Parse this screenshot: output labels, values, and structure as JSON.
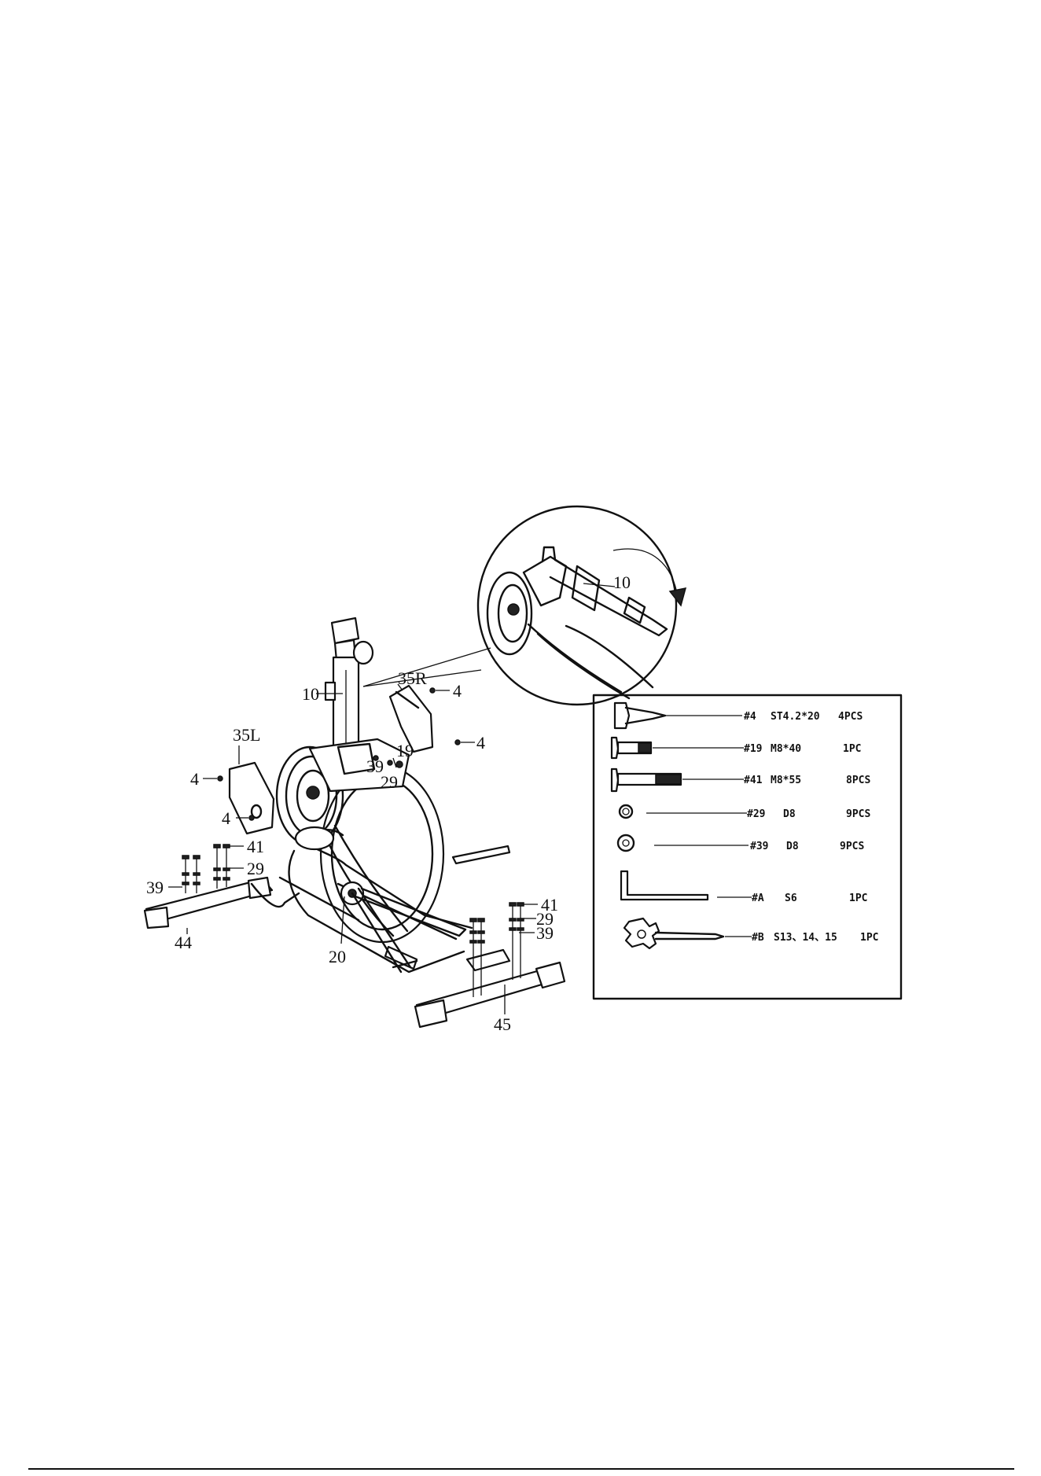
{
  "callouts": {
    "zoom_10": "10",
    "main_10": "10",
    "c35R": "35R",
    "c35L": "35L",
    "c4_a": "4",
    "c4_b": "4",
    "c4_c": "4",
    "c4_d": "4",
    "c19": "19",
    "c39_top": "39",
    "c29_top": "29",
    "c41_left": "41",
    "c29_left": "29",
    "c39_left": "39",
    "c44": "44",
    "c20": "20",
    "c41_right": "41",
    "c29_right": "29",
    "c39_right": "39",
    "c45": "45"
  },
  "hardware": [
    {
      "code": "#4",
      "spec": "ST4.2*20",
      "qty": "4PCS",
      "icon": "screw-icon"
    },
    {
      "code": "#19",
      "spec": "M8*40",
      "qty": "1PC",
      "icon": "bolt-icon"
    },
    {
      "code": "#41",
      "spec": "M8*55",
      "qty": "8PCS",
      "icon": "bolt-icon"
    },
    {
      "code": "#29",
      "spec": "D8",
      "qty": "9PCS",
      "icon": "spring-washer-icon"
    },
    {
      "code": "#39",
      "spec": "D8",
      "qty": "9PCS",
      "icon": "flat-washer-icon"
    },
    {
      "code": "#A",
      "spec": "S6",
      "qty": "1PC",
      "icon": "allen-key-icon"
    },
    {
      "code": "#B",
      "spec": "S13、14、15",
      "qty": "1PC",
      "icon": "multi-wrench-icon"
    }
  ]
}
